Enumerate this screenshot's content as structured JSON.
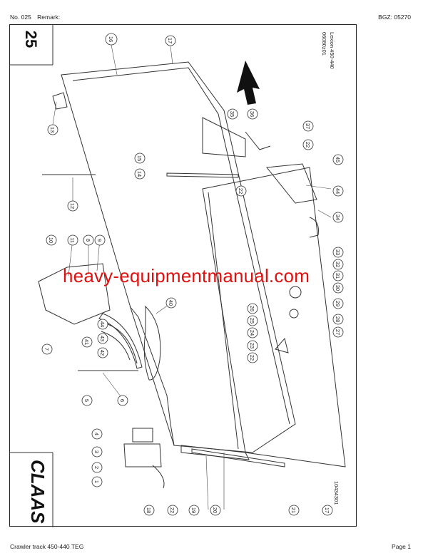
{
  "header": {
    "doc_no": "No. 025",
    "remark_label": "Remark:",
    "bgz": "BGZ: 05270"
  },
  "diagram": {
    "page_number": "25",
    "code": "06080z01",
    "model": "Lexion 450-440",
    "drawing_no": "10434301",
    "brand": "CLAAS",
    "callouts": [
      "1",
      "2",
      "3",
      "4",
      "5",
      "6",
      "7",
      "8",
      "9",
      "10",
      "11",
      "12",
      "13",
      "14",
      "15",
      "16",
      "17",
      "18",
      "19",
      "20",
      "21",
      "22",
      "23",
      "24",
      "25",
      "26",
      "27",
      "28",
      "29",
      "30",
      "31",
      "32",
      "33",
      "34",
      "35",
      "36",
      "37",
      "39",
      "40",
      "41",
      "42",
      "43",
      "44",
      "45"
    ]
  },
  "watermark": "heavy-equipmentmanual.com",
  "footer": {
    "title": "Crawler track 450-440 TEG",
    "page": "Page 1"
  }
}
